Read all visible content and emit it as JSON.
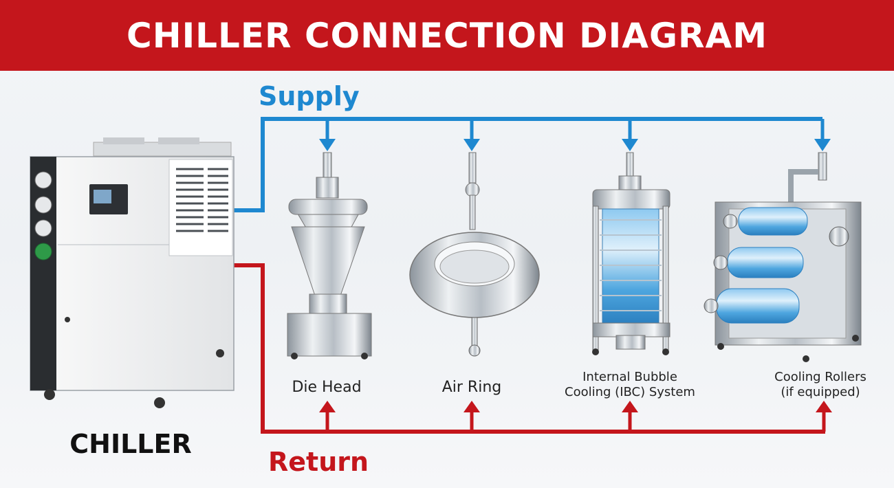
{
  "title": "CHILLER CONNECTION DIAGRAM",
  "supply_label": "Supply",
  "return_label": "Return",
  "chiller_label": "CHILLER",
  "components": [
    {
      "label": "Die Head"
    },
    {
      "label": "Air Ring"
    },
    {
      "label_line1": "Internal Bubble",
      "label_line2": "Cooling (IBC) System"
    },
    {
      "label_line1": "Cooling Rollers",
      "label_line2": "(if equipped)"
    }
  ],
  "colors": {
    "header": "#c4161c",
    "supply": "#1e88d0",
    "return": "#c4161c"
  },
  "icons": [
    "chiller-unit",
    "die-head",
    "air-ring",
    "ibc-system",
    "cooling-rollers"
  ]
}
